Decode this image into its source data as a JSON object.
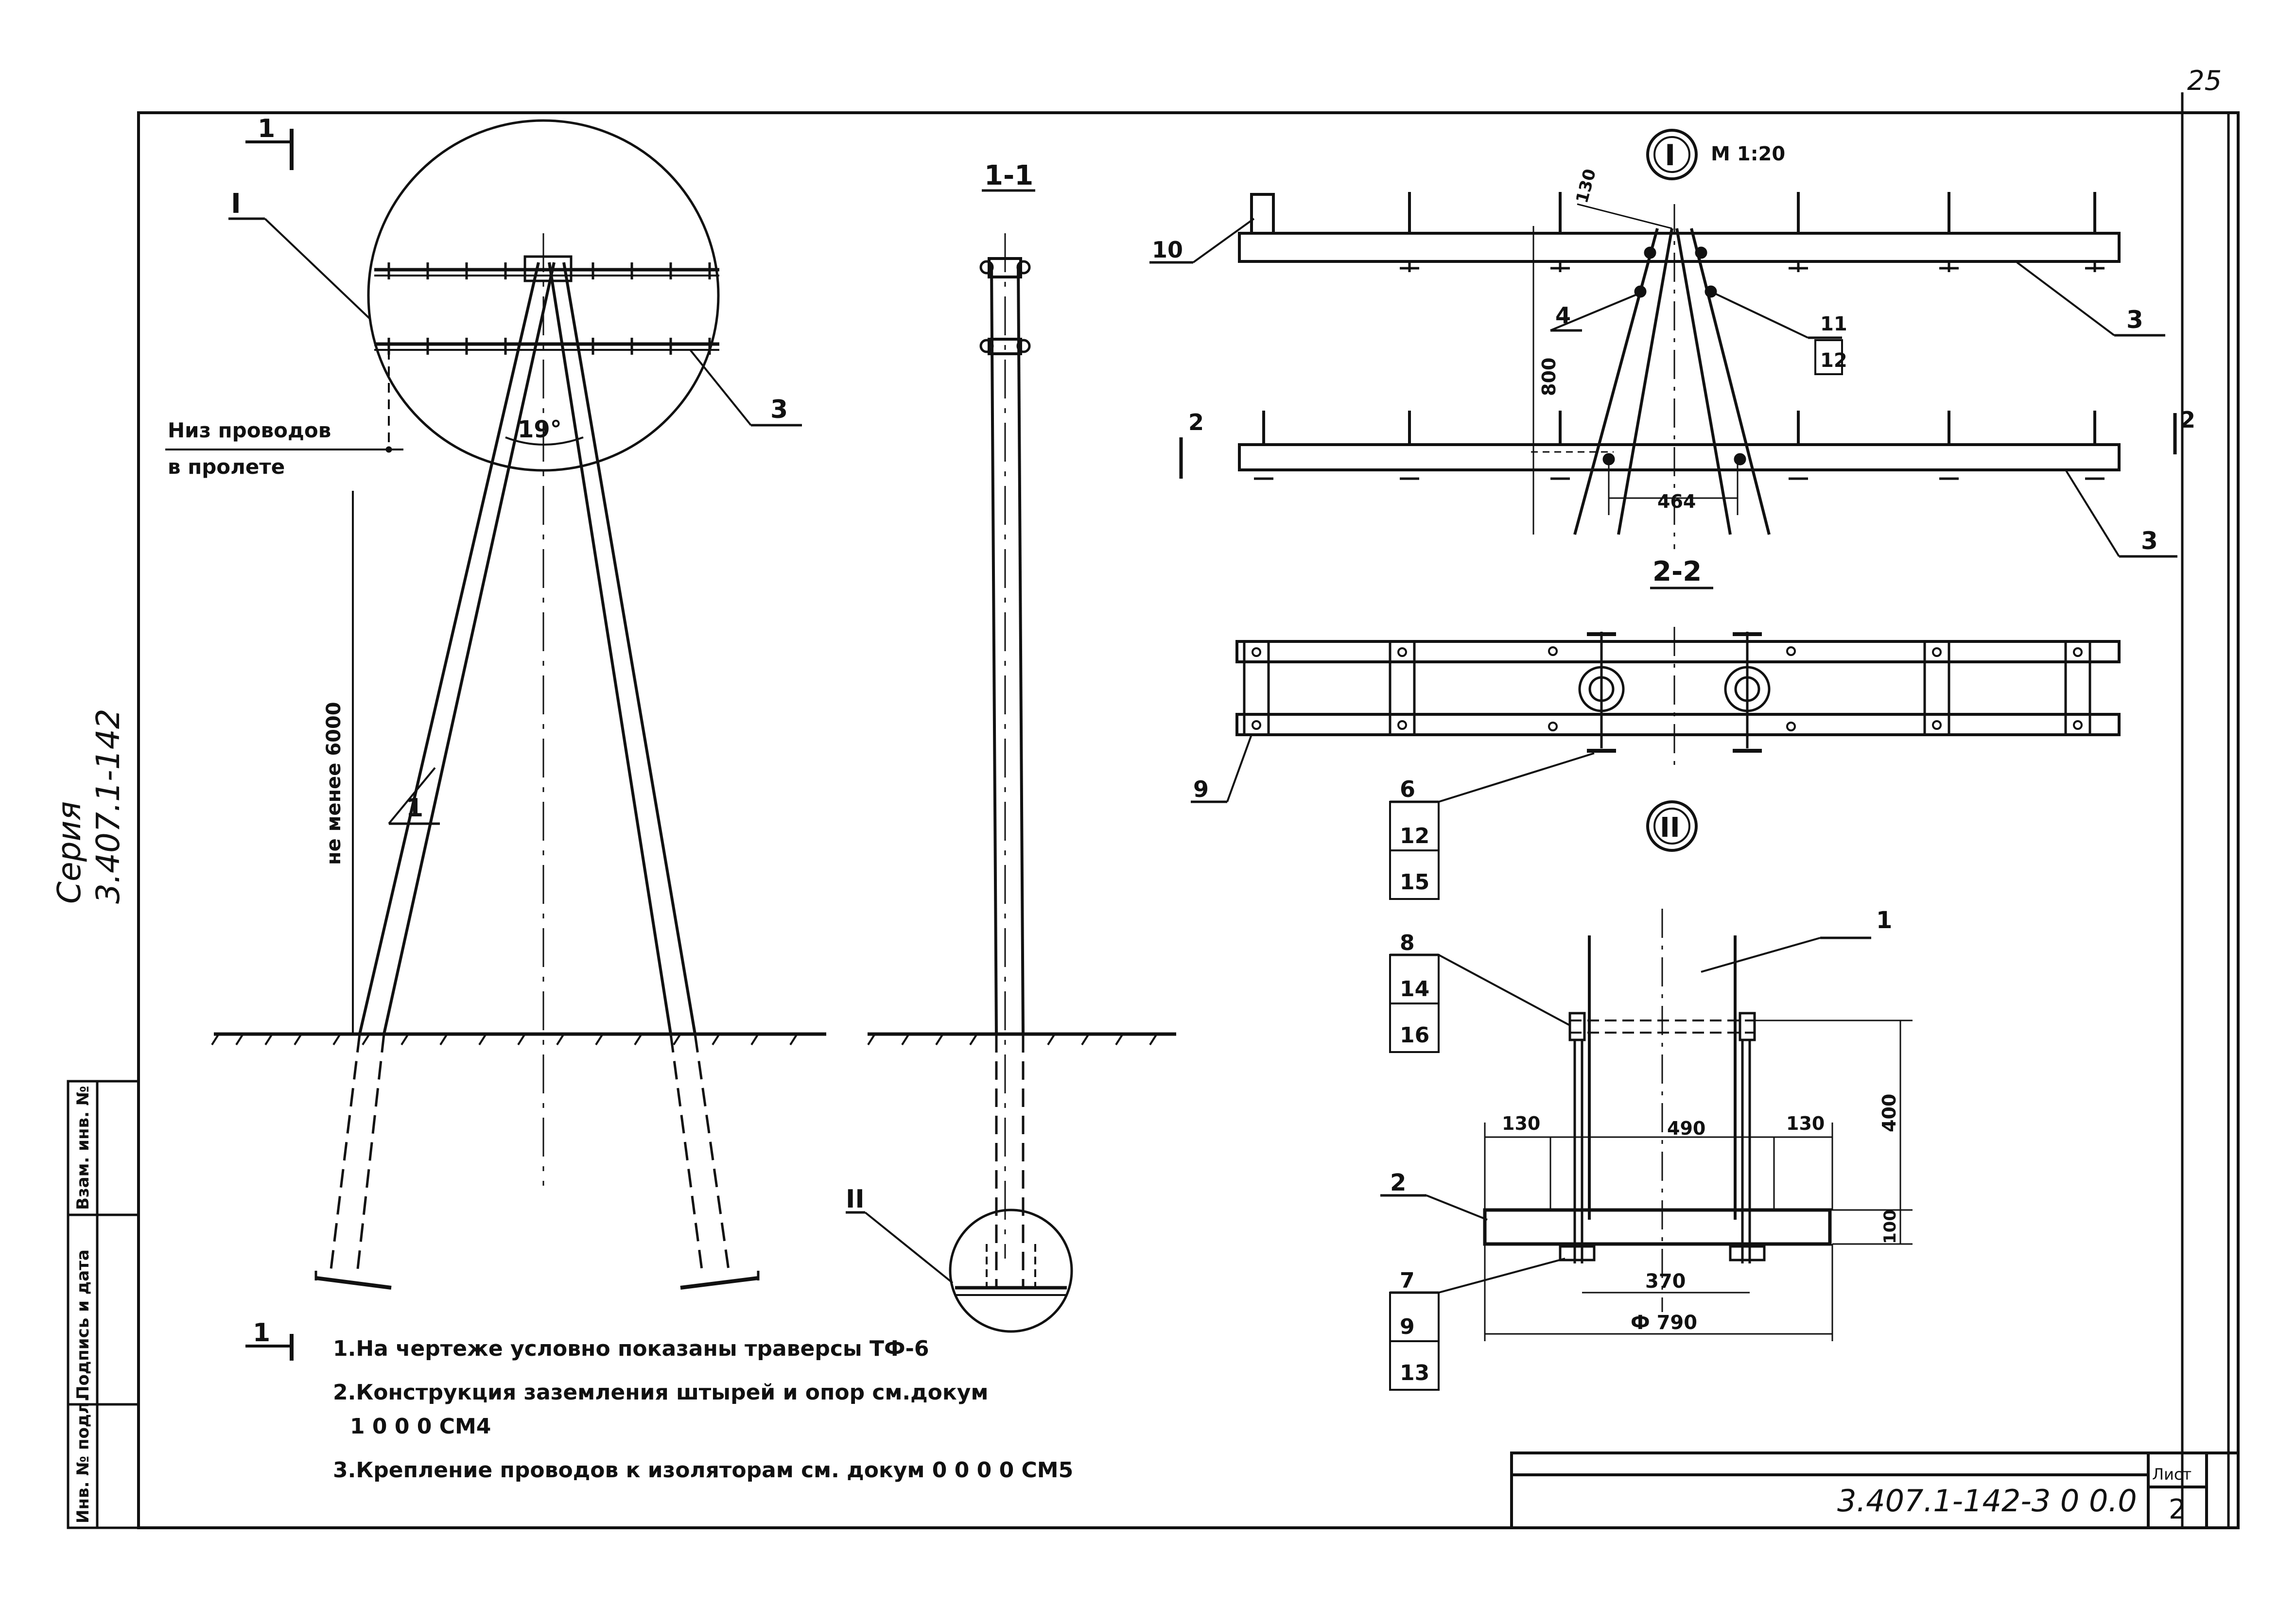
{
  "sheet_number": "25",
  "series": {
    "line1": "Серия",
    "line2": "3.407.1-142"
  },
  "stamp_cells": [
    "Инв. № подл.",
    "Подпись и дата",
    "Взам. инв. №"
  ],
  "title_block": {
    "code": "3.407.1-142-3 0 0.0",
    "sheet_label": "Лист",
    "sheet_value": "2"
  },
  "main_view": {
    "section_marker": "1",
    "callout_I": "I",
    "angle": "19°",
    "wire_low_label_1": "Низ проводов",
    "wire_low_label_2": "в пролете",
    "height_label": "не менее 6000",
    "pos_3": "3",
    "pos_1": "1"
  },
  "section_11": {
    "title": "1-1",
    "callout_II": "II"
  },
  "detail_I": {
    "callout": "I",
    "scale": "М 1:20",
    "dim_130": "130",
    "dim_800": "800",
    "dim_464": "464",
    "pos_10": "10",
    "pos_3a": "3",
    "pos_3b": "3",
    "pos_4": "4",
    "pos_11": "11",
    "pos_12": "12",
    "section_mark": "2",
    "section_title": "2-2"
  },
  "section_22": {
    "pos_9": "9",
    "pos_6": "6",
    "pos_12": "12",
    "pos_15": "15"
  },
  "detail_II": {
    "callout": "II",
    "pos_1": "1",
    "pos_8": "8",
    "pos_14": "14",
    "pos_16": "16",
    "pos_2": "2",
    "pos_7": "7",
    "pos_9": "9",
    "pos_13": "13",
    "dim_130a": "130",
    "dim_130b": "130",
    "dim_490": "490",
    "dim_400": "400",
    "dim_100": "100",
    "dim_370": "370",
    "dim_790": "Ф 790"
  },
  "notes": {
    "marker": "1",
    "note1": "1.На чертеже условно показаны траверсы ТФ-6",
    "note2a": "2.Конструкция заземления штырей и опор см.докум",
    "note2b": "1 0 0 0 СМ4",
    "note3": "3.Крепление проводов к изоляторам см. докум 0 0 0 0 СМ5"
  }
}
